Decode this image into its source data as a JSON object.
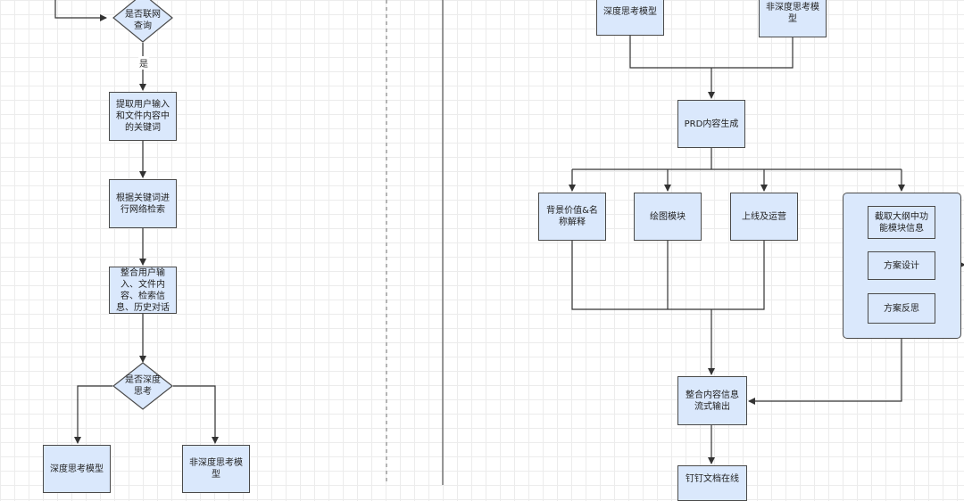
{
  "left": {
    "decision_online": "是否联网查询",
    "edge_yes": "是",
    "extract_keywords": "提取用户输入和文件内容中的关键词",
    "web_search": "根据关键词进行网络检索",
    "integrate": "整合用户输入、文件内容、检索信息、历史对话",
    "decision_deep": "是否深度思考",
    "deep_model": "深度思考模型",
    "non_deep_model": "非深度思考模型"
  },
  "right": {
    "deep_model": "深度思考模型",
    "non_deep_model": "非深度思考模型",
    "prd_gen": "PRD内容生成",
    "background": "背景价值&名称解释",
    "drawing": "绘图模块",
    "launch": "上线及运营",
    "group": {
      "extract_outline": "截取大纲中功能模块信息",
      "solution_design": "方案设计",
      "solution_review": "方案反思"
    },
    "stream_output": "整合内容信息流式输出",
    "dingtalk": "钉钉文档在线"
  },
  "colors": {
    "node_fill": "#dae8fc",
    "stroke": "#4a4a4a",
    "grid": "#ececec"
  }
}
